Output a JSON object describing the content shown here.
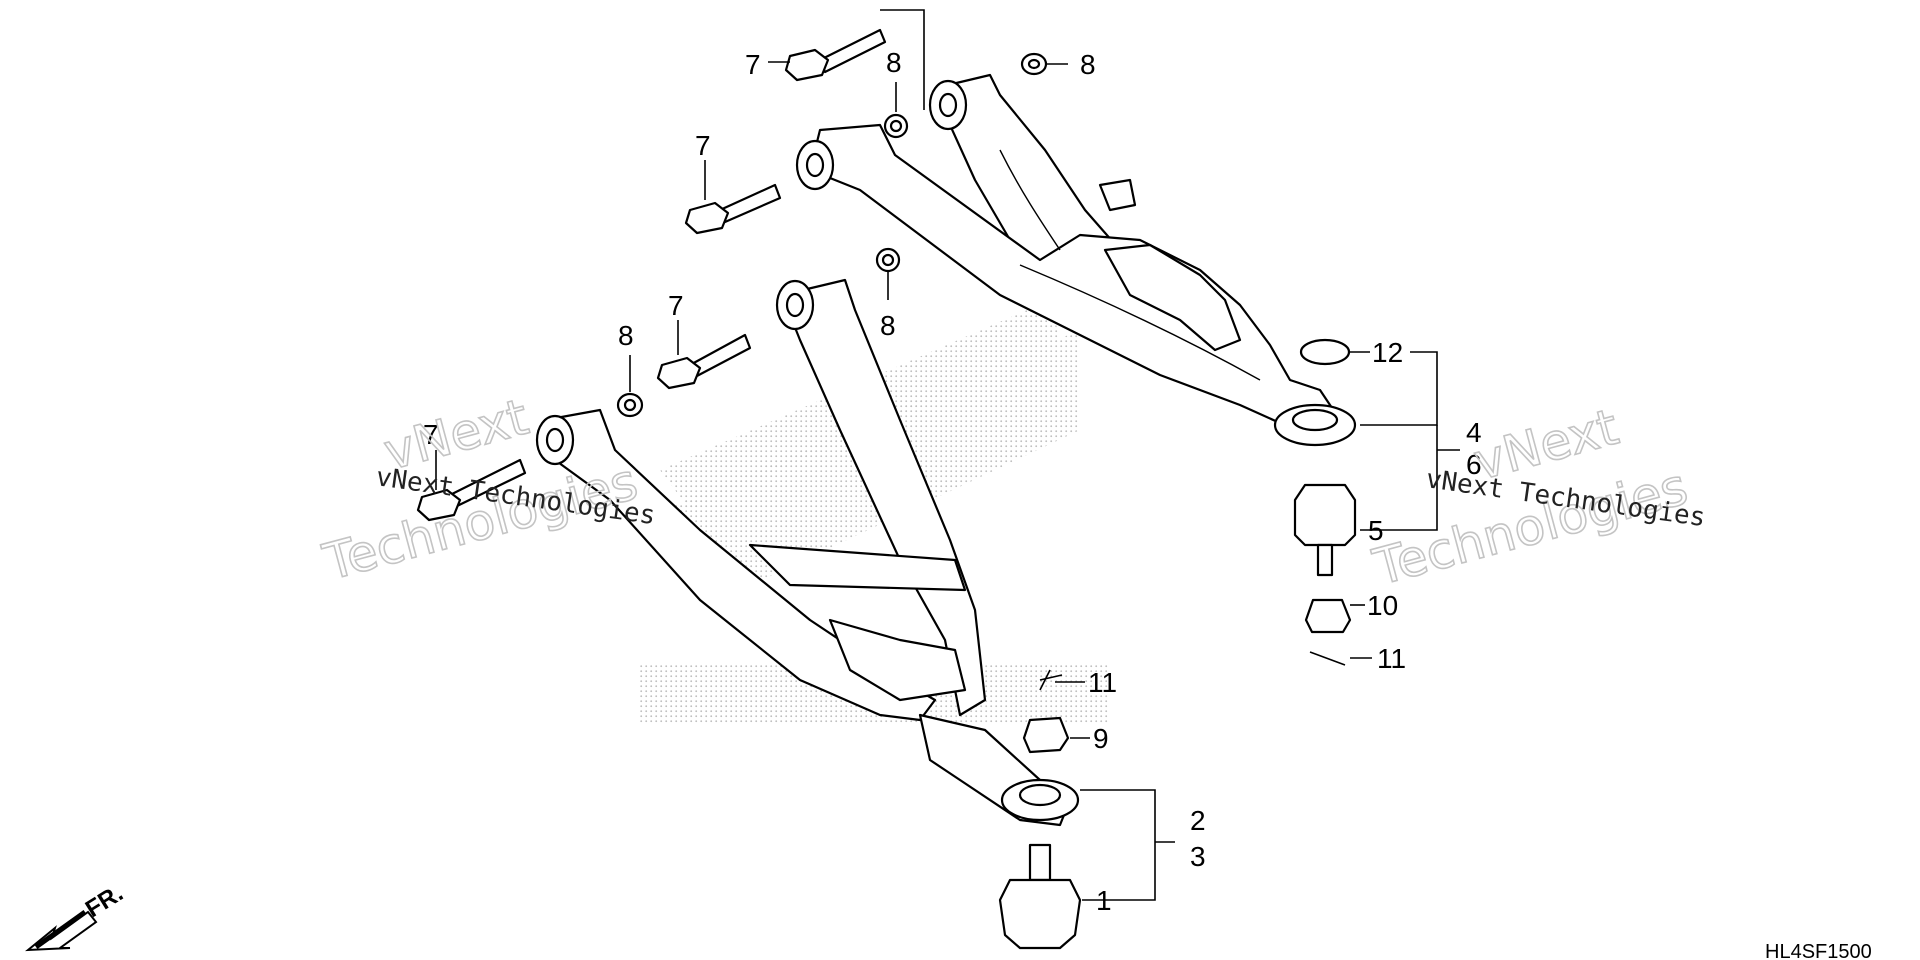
{
  "diagram": {
    "callouts": {
      "c7a": "7",
      "c8a": "8",
      "c8b": "8",
      "c7b": "7",
      "c8c": "8",
      "c7c": "7",
      "c8d": "8",
      "c7d": "7",
      "c12": "12",
      "c4": "4",
      "c6": "6",
      "c5": "5",
      "c10": "10",
      "c11a": "11",
      "c11b": "11",
      "c9": "9",
      "c2": "2",
      "c3": "3",
      "c1": "1"
    },
    "direction_label": "FR.",
    "diagram_code": "HL4SF1500",
    "watermark": {
      "brand_line1": "vNext",
      "brand_line2": "Technologies",
      "brand_full": "vNext Technologies"
    }
  }
}
